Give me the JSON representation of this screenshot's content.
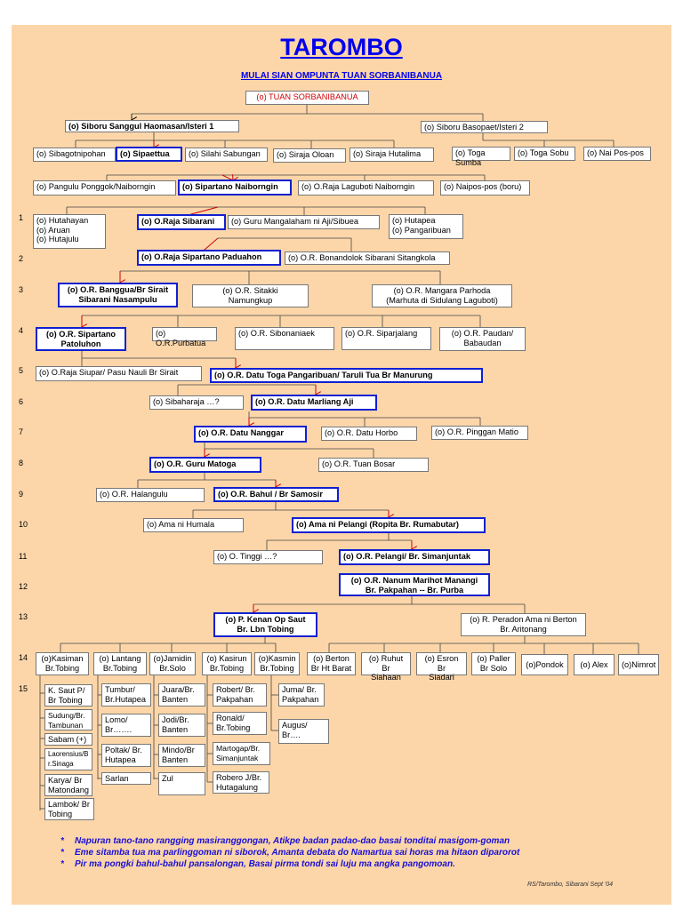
{
  "title": "TAROMBO",
  "subtitle": "MULAI SIAN OMPUNTA TUAN SORBANIBANUA",
  "generations": [
    "1",
    "2",
    "3",
    "4",
    "5",
    "6",
    "7",
    "8",
    "9",
    "10",
    "11",
    "12",
    "13",
    "14",
    "15"
  ],
  "nodes": {
    "root": "(o) TUAN SORBANIBANUA",
    "haomasan": "(o) Siboru Sanggul Haomasan/Isteri 1",
    "basopaet": "(o) Siboru Basopaet/Isteri 2",
    "sibagotnipohan": "(o) Sibagotnipohan",
    "sipaettua": "(o) Sipaettua",
    "silahi": "(o) Silahi Sabungan",
    "sirajaoloan": "(o) Siraja Oloan",
    "sirajahutalima": "(o) Siraja Hutalima",
    "togasumba": "(o) Toga Sumba",
    "togasobu": "(o) Toga Sobu",
    "naipospos": "(o) Nai Pos-pos",
    "pangulu": "(o) Pangulu Ponggok/Naiborngin",
    "sipartano": "(o) Sipartano Naiborngin",
    "lagaboti": "(o) O.Raja Laguboti Naiborngin",
    "naipospos_boru": "(o) Naipos-pos (boru)",
    "hutahayan": "(o) Hutahayan\n(o) Aruan\n(o) Hutajulu",
    "orajasibarani": "(o) O.Raja Sibarani",
    "gurumangalaham": "(o) Guru Mangalaham ni Aji/Sibuea",
    "hutapea": "(o) Hutapea\n(o) Pangaribuan",
    "paduahon": "(o) O.Raja Sipartano Paduahon",
    "bonandolok": "(o) O.R. Bonandolok Sibarani Sitangkola",
    "banggua": "(o) O.R. Banggua/Br Sirait\nSibarani Nasampulu",
    "sitakki": "(o) O.R. Sitakki\nNamungkup",
    "mangara": "(o) O.R. Mangara Parhoda\n(Marhuta di Sidulang Laguboti)",
    "patoluhon": "(o) O.R. Sipartano\nPatoluhon",
    "purbatua": "(o) O.R.Purbatua",
    "sibonaniaek": "(o) O.R. Sibonaniaek",
    "siparjalang": "(o) O.R. Siparjalang",
    "paudan": "(o) O.R. Paudan/\nBabaudan",
    "siupar": "(o) O.Raja Siupar/ Pasu Nauli Br Sirait",
    "togapangaribuan": "(o) O.R. Datu Toga Pangaribuan/ Taruli Tua Br Manurung",
    "sibaharaja": "(o) Sibaharaja …?",
    "marliang": "(o) O.R. Datu Marliang Aji",
    "nanggar": "(o) O.R. Datu Nanggar",
    "horbo": "(o) O.R. Datu Horbo",
    "pinggan": "(o) O.R. Pinggan Matio",
    "gurumatoga": "(o) O.R. Guru Matoga",
    "tuanbosar": "(o) O.R. Tuan Bosar",
    "halangulu": "(o) O.R. Halangulu",
    "bahul": "(o) O.R. Bahul / Br Samosir",
    "amanihumala": "(o) Ama ni Humala",
    "amanipelangi": "(o) Ama ni Pelangi (Ropita Br. Rumabutar)",
    "tinggi": "(o) O. Tinggi …?",
    "pelangi": "(o) O.R. Pelangi/ Br. Simanjuntak",
    "nanum": "(o) O.R. Nanum Marihot Manangi\nBr. Pakpahan -- Br. Purba",
    "kenan": "(o) P. Kenan Op Saut\nBr. Lbn Tobing",
    "peradon": "(o) R. Peradon Ama ni Berton\nBr. Aritonang",
    "kasiman": "(o)Kasiman\nBr.Tobing",
    "lantang": "(o) Lantang\nBr.Tobing",
    "jamidin": "(o)Jamidin\nBr.Solo",
    "kasirun": "(o) Kasirun\nBr.Tobing",
    "kasmin": "(o)Kasmin\nBr.Tobing",
    "berton": "(o) Berton\nBr Ht Barat",
    "ruhut": "(o) Ruhut Br\nSiahaan",
    "esron": "(o) Esron Br\nSiadari",
    "paller": "(o) Paller\nBr Solo",
    "pondok": "(o)Pondok",
    "alex": "(o) Alex",
    "nimrot": "(o)Nimrot",
    "saut": "K. Saut P/\nBr Tobing",
    "sudung": "Sudung/Br.\nTambunan",
    "sabam": "Sabam (+)",
    "laorensius": "Laorensius/B\nr.Sinaga",
    "karya": "Karya/ Br\nMatondang",
    "lambok": "Lambok/ Br\nTobing",
    "tumbur": "Tumbur/\nBr.Hutapea",
    "lomo": "Lomo/\nBr…….",
    "poltak": "Poltak/ Br.\nHutapea",
    "sarlan": "Sarlan",
    "juara": "Juara/Br.\nBanten",
    "jodi": "Jodi/Br.\nBanten",
    "mindo": "Mindo/Br\nBanten",
    "zul": "Zul",
    "robert": "Robert/ Br.\nPakpahan",
    "ronald": "Ronald/\nBr.Tobing",
    "martogap": "Martogap/Br.\nSimanjuntak",
    "roberoj": "Robero J/Br.\nHutagalung",
    "juma": "Juma/ Br.\nPakpahan",
    "augus": "Augus/\nBr…."
  },
  "notes": [
    "Napuran tano-tano rangging masiranggongan, Atikpe badan padao-dao basai tonditai masigom-goman",
    "Eme sitamba tua ma parlinggoman ni siborok, Amanta debata do Namartua sai horas ma hitaon diparorot",
    "Pir ma pongki bahul-bahul pansalongan, Basai pirma tondi sai luju ma angka pangomoan."
  ],
  "bullet": "*",
  "credit": "RS/Tarombo, Sibarani Sept '04",
  "colors": {
    "background": "#fcd6a9",
    "title": "#0000ee",
    "highlight_border": "#1020d0",
    "arrow": "#d00000",
    "notes": "#1a0fd8"
  }
}
